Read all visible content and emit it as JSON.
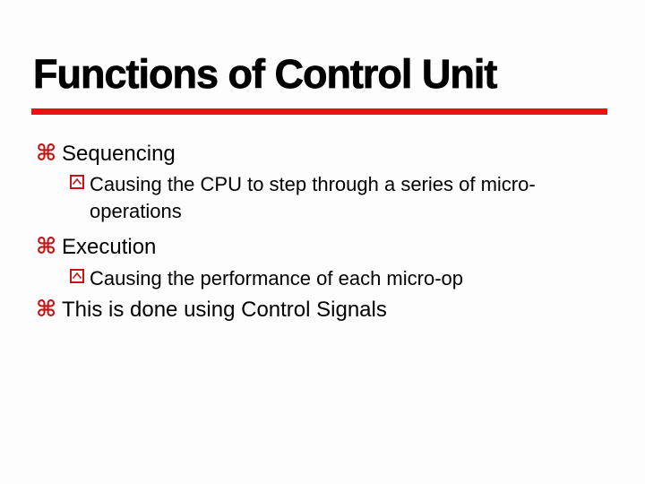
{
  "slide": {
    "title": "Functions of Control Unit",
    "colors": {
      "divider": "#ee1111",
      "bullet": "#c01818",
      "text": "#000000",
      "background": "#fdfdfd"
    },
    "glyphs": {
      "level1_bullet": "⌘"
    },
    "bullets": [
      {
        "level": 1,
        "lines": [
          "Sequencing"
        ]
      },
      {
        "level": 2,
        "lines": [
          "Causing the CPU to step through a series of micro-",
          "operations"
        ]
      },
      {
        "level": 1,
        "lines": [
          "Execution"
        ]
      },
      {
        "level": 2,
        "lines": [
          "Causing the performance of each micro-op"
        ]
      },
      {
        "level": 1,
        "lines": [
          "This is done using Control Signals"
        ]
      }
    ]
  }
}
